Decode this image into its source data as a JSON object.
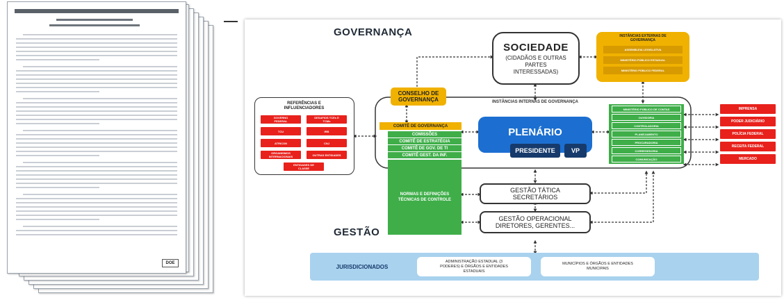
{
  "diagram": {
    "governanca_title": "GOVERNANÇA",
    "gestao_title": "GESTÃO",
    "sociedade": {
      "title": "SOCIEDADE",
      "subtitle": "(CIDADÃOS E OUTRAS\nPARTES\nINTERESSADAS)"
    },
    "instancias_externas": {
      "title": "INSTÂNCIAS EXTERNAS DE\nGOVERNANÇA",
      "items": [
        "ASSEMBLEIA LEGISLATIVA",
        "MINISTÉRIO PÚBLICO ESTADUAL",
        "MINISTÉRIO PÚBLICO FEDERAL"
      ]
    },
    "conselho": "CONSELHO DE\nGOVERNANÇA",
    "instancias_internas_label": "INSTÂNCIAS INTERNAS DE GOVERNANÇA",
    "referencias": {
      "title": "REFERÊNCIAS E\nINFLUENCIADORES",
      "items": [
        "GOVERNO\nFEDERAL",
        "DESAFIOS TCEs E\nTCMs",
        "TCU",
        "IRB",
        "ATRICON",
        "CNJ",
        "ORGANISMOS\nINTERNACIONAIS",
        "OUTRAS ENTIDADES",
        "ENTIDADES DE\nCLASSE"
      ]
    },
    "comites": [
      "COMITÊ DE GOVERNANÇA",
      "COMISSÕES",
      "COMITÊ DE ESTRATÉGIA",
      "COMITÊ DE GOV. DE TI",
      "COMITÊ GEST. DA INF."
    ],
    "plenario": "PLENÁRIO",
    "presidente": "PRESIDENTE",
    "vp": "VP",
    "instancias_apoio": [
      "MINISTÉRIO PÚBLICO DE CONTAS",
      "OUVIDORIA",
      "CONTROLADORIA",
      "PLANEJAMENTO",
      "PROCURADORIA",
      "CORREGEDORIA",
      "COMUNICAÇÃO"
    ],
    "externos_direita": [
      "IMPRENSA",
      "PODER JUDICIÁRIO",
      "POLÍCIA FEDERAL",
      "RECEITA FEDERAL",
      "MERCADO"
    ],
    "normas": "NORMAS E DEFINIÇÕES\nTÉCNICAS DE CONTROLE",
    "gestao_tatica": "GESTÃO TÁTICA\nSECRETÁRIOS",
    "gestao_operacional": "GESTÃO OPERACIONAL\nDIRETORES, GERENTES...",
    "jurisdicionados": {
      "label": "JURISDICIONADOS",
      "item1": "ADMINISTRAÇÃO ESTADUAL (3\nPODERES) E ÓRGÃOS E ENTIDADES\nESTADUAIS",
      "item2": "MUNICÍPIOS E ÓRGÃOS E ENTIDADES\nMUNICIPAIS"
    }
  },
  "colors": {
    "green": "#3fae49",
    "red": "#e8211c",
    "gold": "#f0b100",
    "blue": "#1c6fd0",
    "navy": "#163a6b",
    "light_blue": "#a9d2ee"
  }
}
